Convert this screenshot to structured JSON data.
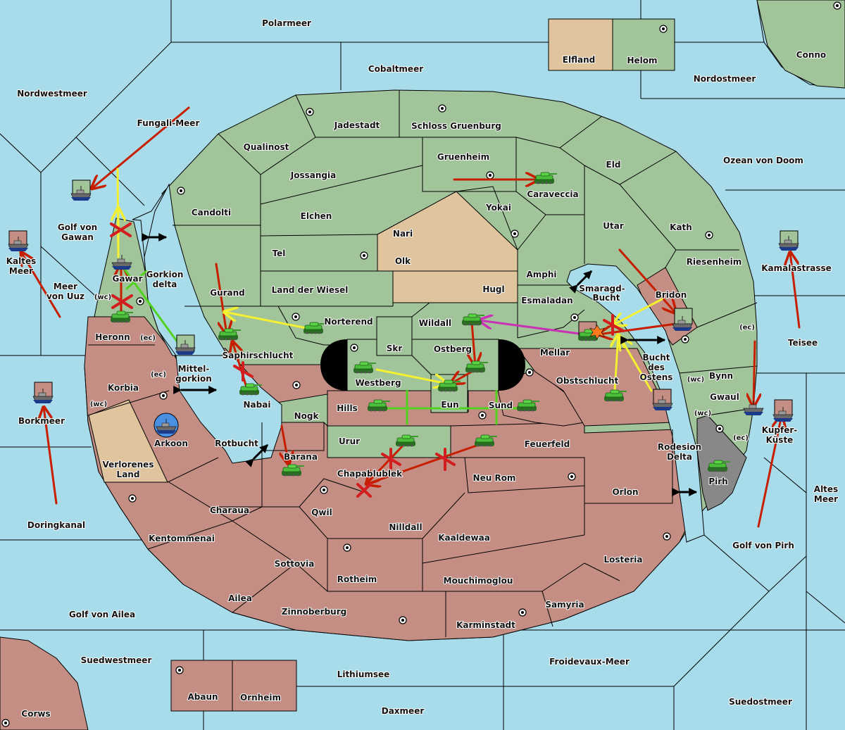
{
  "colors": {
    "sea": "#a8dcea",
    "power_green": "#a2c49a",
    "power_red": "#c48e84",
    "neutral_tan": "#e0c49e",
    "impassable_grey": "#888888",
    "order_move": "#c81e00",
    "order_support": "#f4f032",
    "order_convoy": "#50d21e",
    "order_retreat": "#c832b4",
    "order_failed": "#d21e1e"
  },
  "territories": {
    "polarmeer": "Polarmeer",
    "cobaltmeer": "Cobaltmeer",
    "elfland": "Elfland",
    "helom": "Helom",
    "conno": "Conno",
    "nordostmeer": "Nordostmeer",
    "nordwestmeer": "Nordwestmeer",
    "fungali_meer": "Fungali-Meer",
    "jadestadt": "Jadestadt",
    "schloss_gruenburg": "Schloss Gruenburg",
    "qualinost": "Qualinost",
    "gruenheim": "Gruenheim",
    "eld": "Eld",
    "ozean_von_doom": "Ozean von Doom",
    "jossangia": "Jossangia",
    "caraveccia": "Caraveccia",
    "candolti": "Candolti",
    "elchen": "Elchen",
    "yokai": "Yokai",
    "utar": "Utar",
    "kath": "Kath",
    "nari": "Nari",
    "olk": "Olk",
    "tel": "Tel",
    "golf_von_gawan_1": "Golf von",
    "golf_von_gawan_2": "Gawan",
    "kaltes_meer_1": "Kaltes",
    "kaltes_meer_2": "Meer",
    "riesenheim": "Riesenheim",
    "kamalastrasse": "Kamalastrasse",
    "amphi": "Amphi",
    "meer_von_uuz_1": "Meer",
    "meer_von_uuz_2": "von Uuz",
    "gawar": "Gawar",
    "gorkion_delta_1": "Gorkion",
    "gorkion_delta_2": "delta",
    "gurand": "Gurand",
    "land_der_wiesel": "Land der Wiesel",
    "hugl": "Hugl",
    "smaragd_bucht_1": "Smaragd-",
    "smaragd_bucht_2": "Bucht",
    "bridon": "Bridon",
    "esmaladan": "Esmaladan",
    "norterend": "Norterend",
    "wildall": "Wildall",
    "heronn": "Heronn",
    "teisee": "Teisee",
    "skr": "Skr",
    "ostberg": "Ostberg",
    "mellar": "Mellar",
    "saphirschlucht": "Saphirschlucht",
    "mittelgorkion_1": "Mittel-",
    "mittelgorkion_2": "gorkion",
    "bucht_des_ostens_1": "Bucht",
    "bucht_des_ostens_2": "des",
    "bucht_des_ostens_3": "Ostens",
    "bynn": "Bynn",
    "westberg": "Westberg",
    "obstschlucht": "Obstschlucht",
    "korbia": "Korbia",
    "nabai": "Nabai",
    "hills": "Hills",
    "eun": "Eun",
    "sund": "Sund",
    "gwaul": "Gwaul",
    "borkmeer": "Borkmeer",
    "nogk": "Nogk",
    "kupferkueste_1": "Kupfer-",
    "kupferkueste_2": "Küste",
    "arkoon": "Arkoon",
    "rotbucht": "Rotbucht",
    "urur": "Urur",
    "feuerfeld": "Feuerfeld",
    "rodesion_delta_1": "Rodesion",
    "rodesion_delta_2": "Delta",
    "barana": "Barana",
    "verlorenes_land_1": "Verlorenes",
    "verlorenes_land_2": "Land",
    "chapablublek": "Chapablublek",
    "neu_rom": "Neu Rom",
    "pirh": "Pirh",
    "altes_meer_1": "Altes",
    "altes_meer_2": "Meer",
    "orlon": "Orlon",
    "charaua": "Charaua",
    "qwil": "Qwil",
    "doringkanal": "Doringkanal",
    "nilldall": "Nilldall",
    "golf_von_pirh": "Golf von Pirh",
    "kentommenai": "Kentommenai",
    "kaaldewaa": "Kaaldewaa",
    "losteria": "Losteria",
    "sottovia": "Sottovia",
    "rotheim": "Rotheim",
    "mouchimoglou": "Mouchimoglou",
    "ailea": "Ailea",
    "samyria": "Samyria",
    "golf_von_ailea": "Golf von Ailea",
    "zinnoberburg": "Zinnoberburg",
    "karminstadt": "Karminstadt",
    "suedwestmeer": "Suedwestmeer",
    "froidevaux_meer": "Froidevaux-Meer",
    "lithiumsee": "Lithiumsee",
    "abaun": "Abaun",
    "ornheim": "Ornheim",
    "suedostmeer": "Suedostmeer",
    "daxmeer": "Daxmeer",
    "corws": "Corws"
  },
  "coast_tags": {
    "wc": "(wc)",
    "ec": "(ec)"
  },
  "unit_types": {
    "army": "tank-icon",
    "fleet": "ship-icon"
  }
}
